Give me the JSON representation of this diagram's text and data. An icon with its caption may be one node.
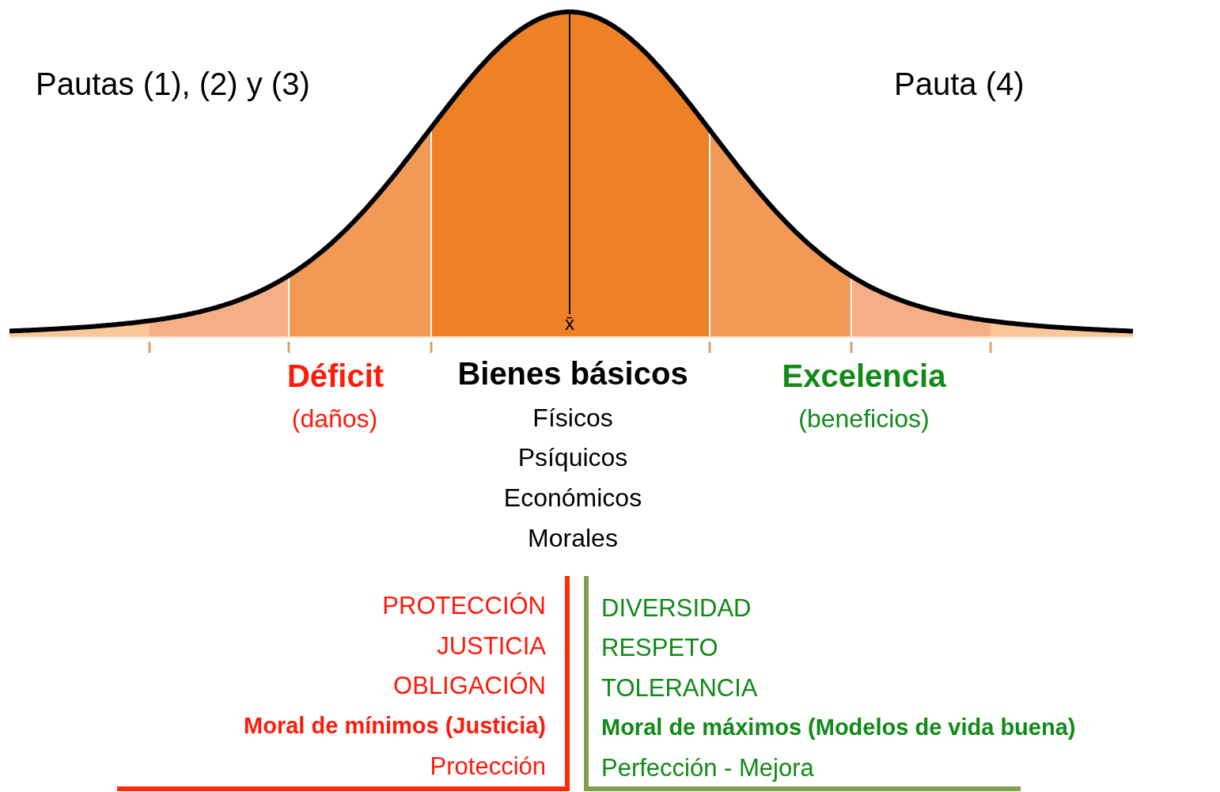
{
  "diagram": {
    "labels": [
      "Pautas (1), (2) y (3)",
      "Pauta (4)",
      "x̄",
      "Déficit",
      "Bienes básicos",
      "Excelencia",
      "(daños)",
      "Físicos",
      "(beneficios)",
      "Psíquicos",
      "Económicos",
      "Morales",
      "PROTECCIÓN",
      "DIVERSIDAD",
      "JUSTICIA",
      "RESPETO",
      "OBLIGACIÓN",
      "TOLERANCIA",
      "Moral de mínimos (Justicia)",
      "Moral de máximos (Modelos de vida buena)",
      "Protección",
      "Perfección - Mejora"
    ]
  }
}
